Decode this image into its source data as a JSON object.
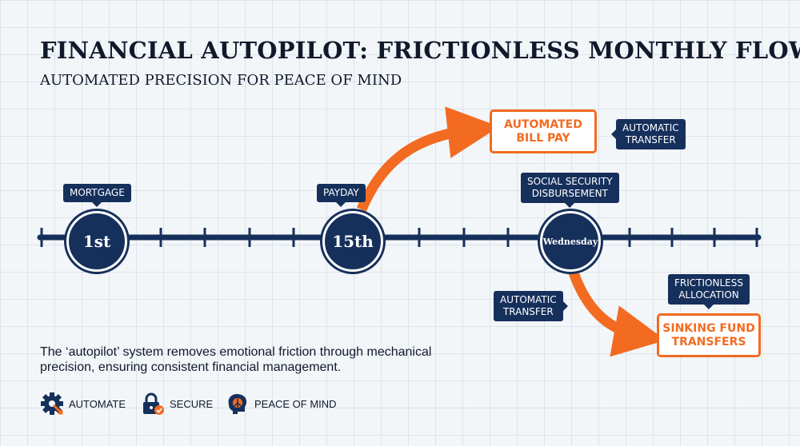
{
  "header": {
    "title": "FINANCIAL AUTOPILOT: FRICTIONLESS MONTHLY FLOW",
    "subtitle": "AUTOMATED PRECISION FOR PEACE OF MIND"
  },
  "nodes": [
    {
      "label": "1st",
      "tag": "MORTGAGE"
    },
    {
      "label": "15th",
      "tag": "PAYDAY"
    },
    {
      "label": "Wednesday",
      "tag": "SOCIAL SECURITY\nDISBURSEMENT"
    }
  ],
  "flows": {
    "bill_pay": {
      "box": "AUTOMATED\nBILL PAY",
      "tag": "AUTOMATIC\nTRANSFER"
    },
    "sinking_fund": {
      "box": "SINKING FUND\nTRANSFERS",
      "tag_left": "AUTOMATIC\nTRANSFER",
      "tag_top": "FRICTIONLESS\nALLOCATION"
    }
  },
  "description": "The ‘autopilot’ system removes emotional friction through mechanical precision, ensuring consistent financial management.",
  "legend": [
    {
      "icon": "gear-icon",
      "label": "AUTOMATE"
    },
    {
      "icon": "lock-icon",
      "label": "SECURE"
    },
    {
      "icon": "brain-icon",
      "label": "PEACE OF MIND"
    }
  ],
  "colors": {
    "navy": "#16305c",
    "orange": "#f26b21",
    "background": "#f3f6f9"
  }
}
